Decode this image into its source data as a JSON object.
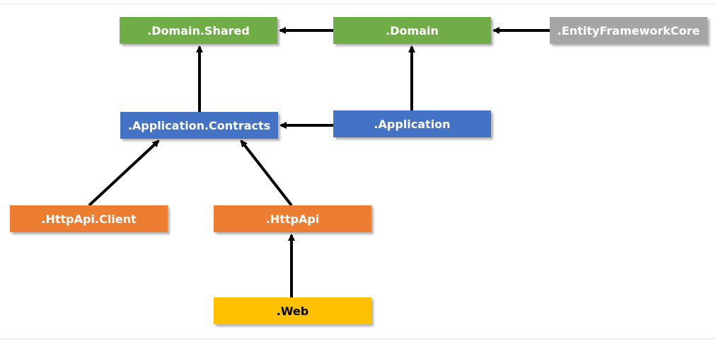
{
  "colors": {
    "domain_green": "#70ad47",
    "application_blue": "#4472c4",
    "http_orange": "#ed7d31",
    "efcore_gray": "#a5a5a5",
    "web_yellow": "#ffc000",
    "arrow": "#000000"
  },
  "nodes": [
    {
      "id": "domain_shared",
      "label": ".Domain.Shared",
      "color": "#70ad47"
    },
    {
      "id": "domain",
      "label": ".Domain",
      "color": "#70ad47"
    },
    {
      "id": "efcore",
      "label": ".EntityFrameworkCore",
      "color": "#a5a5a5"
    },
    {
      "id": "app_contracts",
      "label": ".Application.Contracts",
      "color": "#4472c4"
    },
    {
      "id": "application",
      "label": ".Application",
      "color": "#4472c4"
    },
    {
      "id": "httpapi_client",
      "label": ".HttpApi.Client",
      "color": "#ed7d31"
    },
    {
      "id": "httpapi",
      "label": ".HttpApi",
      "color": "#ed7d31"
    },
    {
      "id": "web",
      "label": ".Web",
      "color": "#ffc000"
    }
  ],
  "edges": [
    {
      "from": "domain",
      "to": "domain_shared"
    },
    {
      "from": "efcore",
      "to": "domain"
    },
    {
      "from": "app_contracts",
      "to": "domain_shared"
    },
    {
      "from": "application",
      "to": "domain"
    },
    {
      "from": "application",
      "to": "app_contracts"
    },
    {
      "from": "httpapi_client",
      "to": "app_contracts"
    },
    {
      "from": "httpapi",
      "to": "app_contracts"
    },
    {
      "from": "web",
      "to": "httpapi"
    }
  ]
}
